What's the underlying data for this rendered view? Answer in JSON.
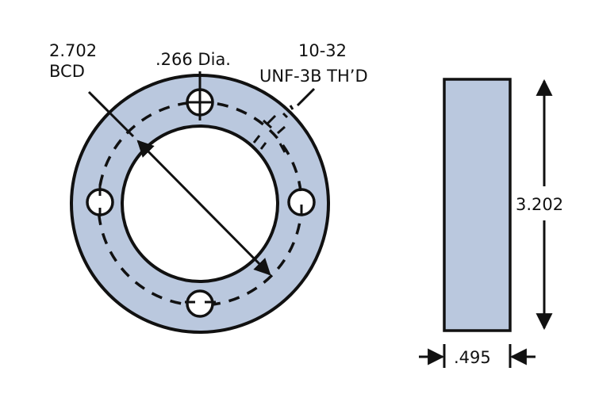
{
  "drawing": {
    "title": "Flange ring technical drawing",
    "colors": {
      "part_fill": "#BAC8DE",
      "line": "#111111",
      "background": "#FFFFFF"
    },
    "front_view": {
      "bcd_label_line1": "2.702",
      "bcd_label_line2": "BCD",
      "hole_label": ".266 Dia.",
      "thread_label_line1": "10-32",
      "thread_label_line2": "UNF-3B TH’D",
      "hole_count": 4
    },
    "side_view": {
      "height_label": "3.202",
      "width_label": ".495"
    }
  }
}
